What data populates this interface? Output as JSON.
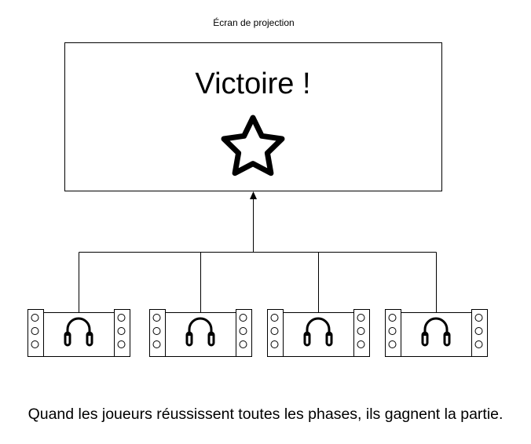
{
  "screen": {
    "label": "Écran de projection",
    "title": "Victoire !",
    "icon": "star-icon"
  },
  "controllers": [
    {
      "icon": "headphones-icon"
    },
    {
      "icon": "headphones-icon"
    },
    {
      "icon": "headphones-icon"
    },
    {
      "icon": "headphones-icon"
    }
  ],
  "caption": "Quand les joueurs réussissent toutes les phases, ils gagnent la partie.",
  "colors": {
    "stroke": "#000000",
    "background": "#ffffff"
  }
}
